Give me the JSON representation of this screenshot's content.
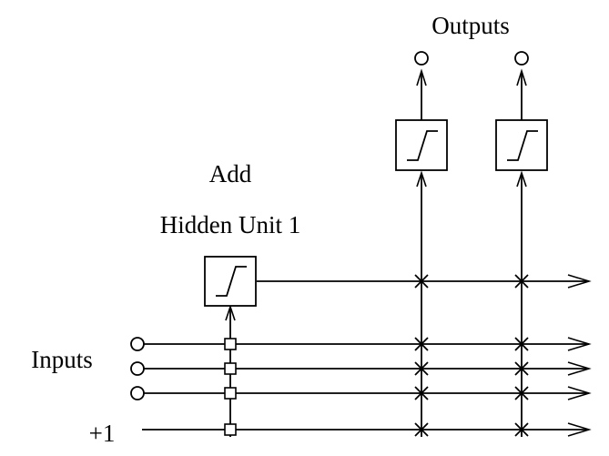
{
  "labels": {
    "outputs": "Outputs",
    "add": "Add",
    "hidden_unit": "Hidden Unit 1",
    "inputs": "Inputs",
    "bias": "+1"
  },
  "colors": {
    "line": "#000000",
    "background": "#ffffff"
  },
  "icons": {
    "unit_symbol": "sigmoid-step-icon",
    "trainable_connection": "square-marker-icon",
    "frozen_connection": "x-marker-icon",
    "terminal": "circle-node-icon"
  }
}
